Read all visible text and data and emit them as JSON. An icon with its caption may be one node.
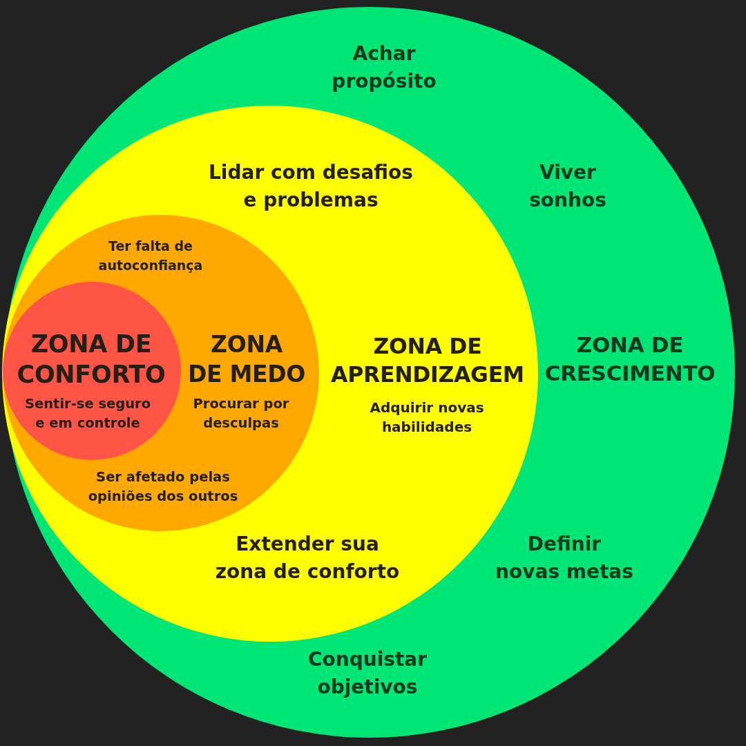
{
  "diagram": {
    "nodes": [
      {
        "text": [
          "Achar propósito",
          "Viver sonhos",
          "ZONA DE CRESCIMENTO",
          "Definir novas metas",
          "Conquistar objetivos"
        ]
      },
      {
        "text": [
          "Lidar com desafios e problemas",
          "ZONA DE APRENDIZAGEM",
          "Adquirir novas habilidades",
          "Extender sua zona de conforto"
        ],
        "in": 0
      },
      {
        "text": [
          "Ter falta de autoconfiança",
          "ZONA DE MEDO",
          "Procurar por desculpas",
          "Ser afetado pelas opiniões dos outros"
        ],
        "in": 1
      },
      {
        "text": [
          "ZONA DE CONFORTO",
          "Sentir-se seguro e em controle"
        ],
        "in": 2
      }
    ]
  }
}
